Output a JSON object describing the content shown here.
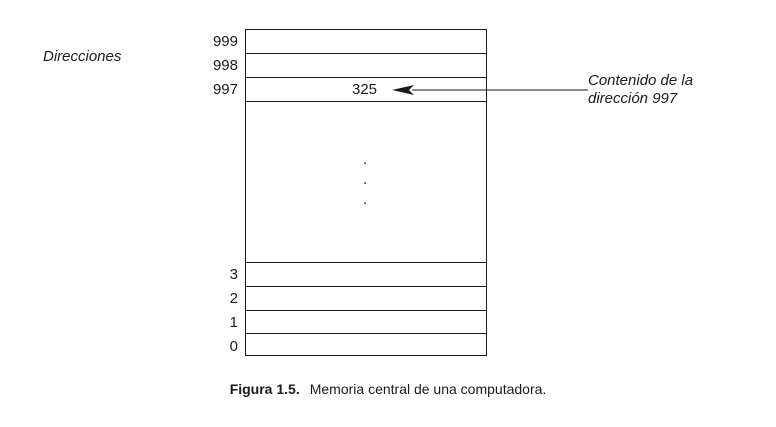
{
  "diagram": {
    "side_label": "Direcciones",
    "top_addresses": [
      "999",
      "998",
      "997"
    ],
    "bottom_addresses": [
      "3",
      "2",
      "1",
      "0"
    ],
    "highlighted_cell": {
      "address": "997",
      "content": "325"
    },
    "ellipsis": [
      ".",
      ".",
      "."
    ],
    "callout": {
      "line1": "Contenido de la",
      "line2": "dirección 997"
    }
  },
  "caption": {
    "figure_number": "Figura 1.5.",
    "text": "Memoria central de una computadora."
  }
}
